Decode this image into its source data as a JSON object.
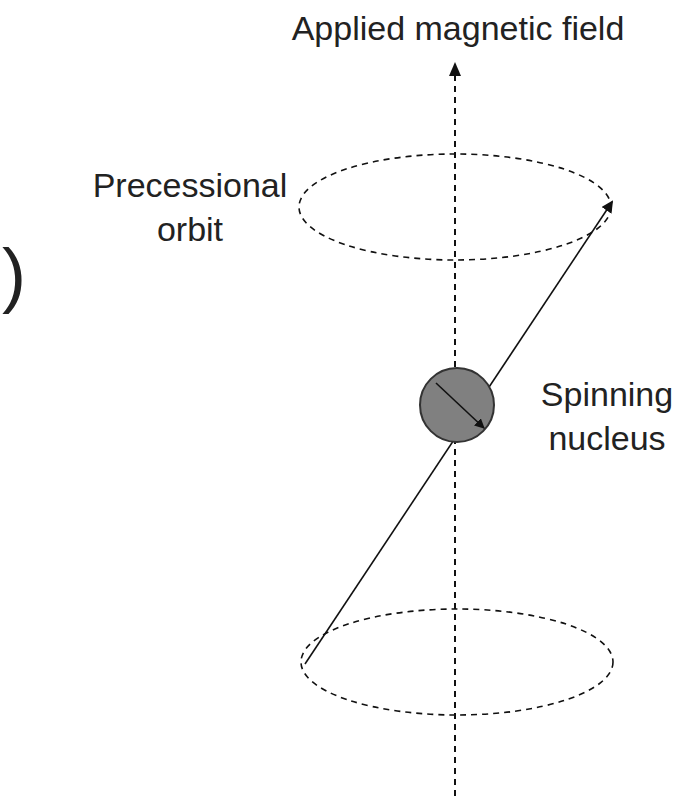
{
  "diagram": {
    "labels": [
      "Applied magnetic field",
      "Precessional orbit",
      "Spinning nucleus",
      ")"
    ]
  }
}
